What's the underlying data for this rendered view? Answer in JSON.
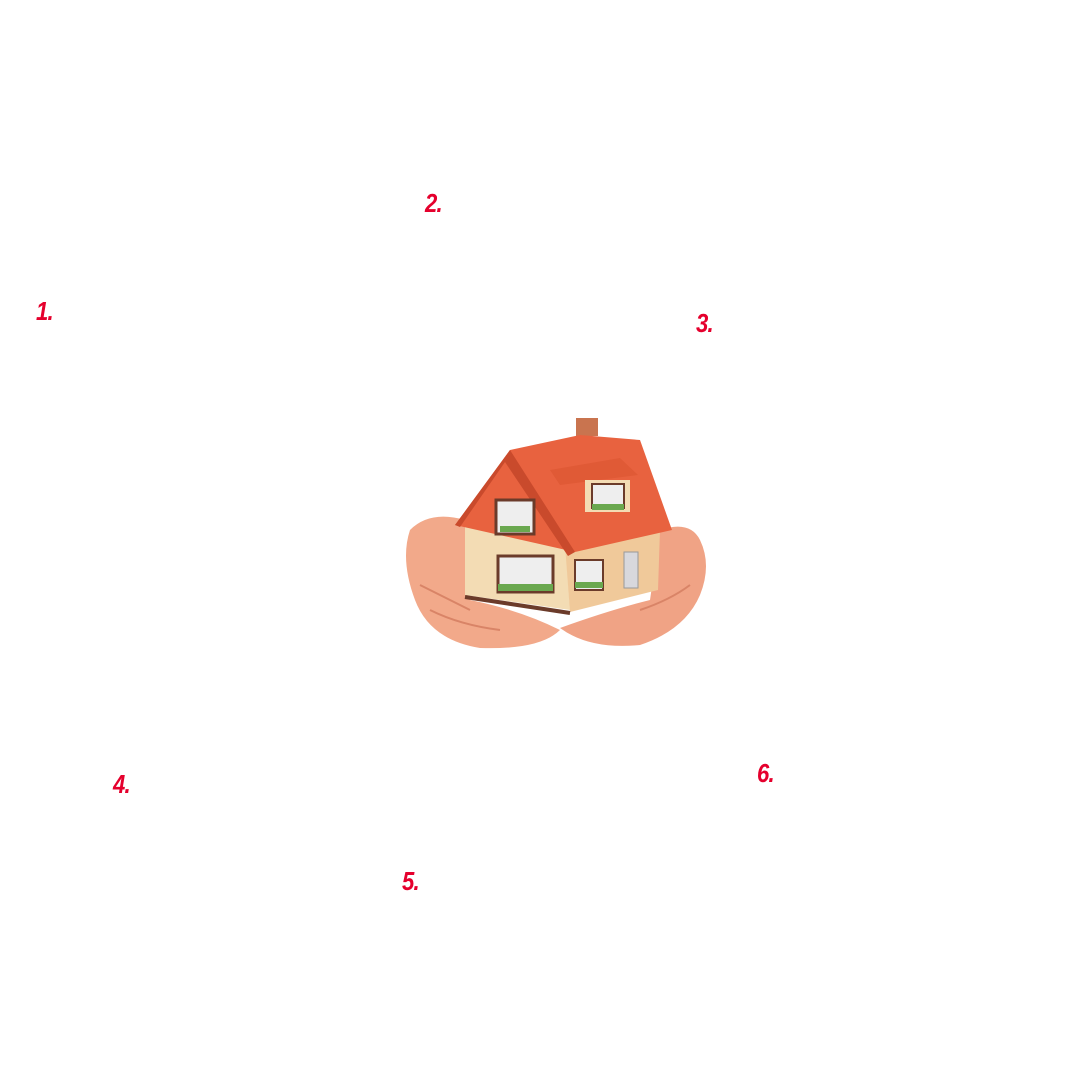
{
  "labels": [
    "1.",
    "2.",
    "3.",
    "4.",
    "5.",
    "6."
  ],
  "colors": {
    "label": "#e5002d",
    "roof": "#e8623f",
    "wall": "#f3dcb4",
    "skin": "#f2a98a"
  }
}
